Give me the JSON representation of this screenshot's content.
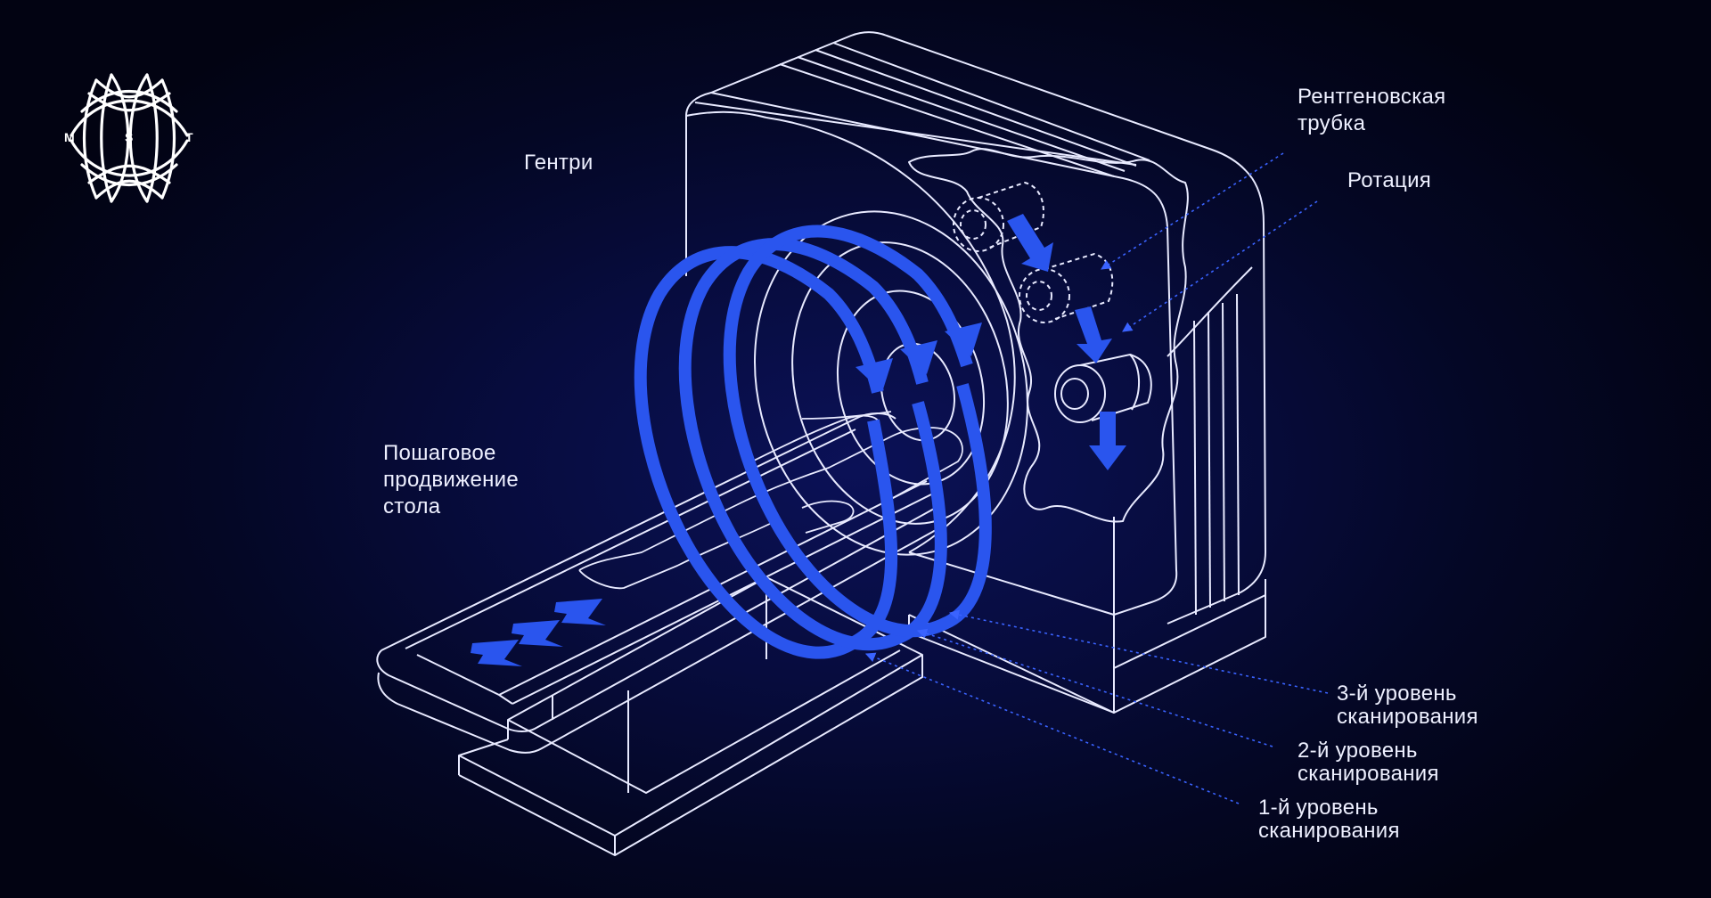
{
  "logo": {
    "letters": [
      "M",
      "S",
      "T"
    ]
  },
  "labels": {
    "gantry": "Гентри",
    "xray_tube": [
      "Рентгеновская",
      "трубка"
    ],
    "rotation": "Ротация",
    "table_movement": [
      "Пошаговое",
      "продвижение",
      "стола"
    ],
    "scan_level_3": [
      "3-й уровень",
      "сканирования"
    ],
    "scan_level_2": [
      "2-й уровень",
      "сканирования"
    ],
    "scan_level_1": [
      "1-й уровень",
      "сканирования"
    ]
  },
  "colors": {
    "background": "#030418",
    "outline": "#e8eaff",
    "accent_blue": "#2a55ee",
    "leader_line": "#3a63ff"
  }
}
